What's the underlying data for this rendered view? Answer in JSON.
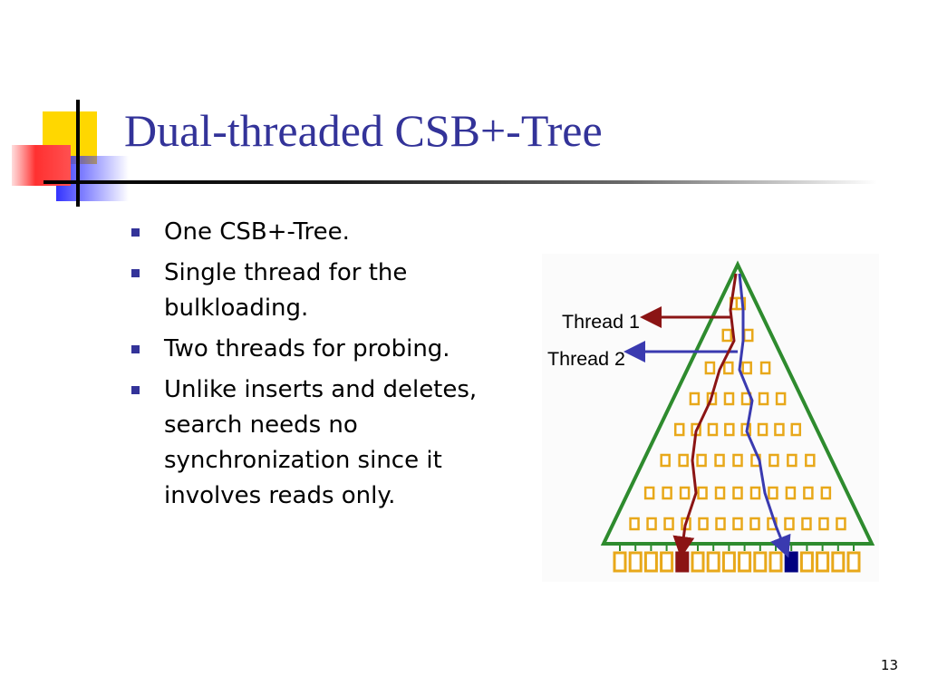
{
  "slide": {
    "title": "Dual-threaded CSB+-Tree",
    "bullets": [
      "One CSB+-Tree.",
      "Single thread for the bulkloading.",
      "Two threads for probing.",
      "Unlike inserts and deletes, search needs no synchronization since it involves reads only."
    ],
    "page_number": "13"
  },
  "diagram": {
    "thread1_label": "Thread 1",
    "thread2_label": "Thread 2",
    "thread1_color": "#8b1414",
    "thread2_color": "#3a3ab0",
    "triangle_color": "#2e8b2e",
    "node_color": "#e8a81a"
  },
  "colors": {
    "title": "#333399",
    "bullet": "#333399",
    "logo_yellow": "#ffd700",
    "logo_red": "#ff5050",
    "logo_blue": "#3333ff"
  }
}
